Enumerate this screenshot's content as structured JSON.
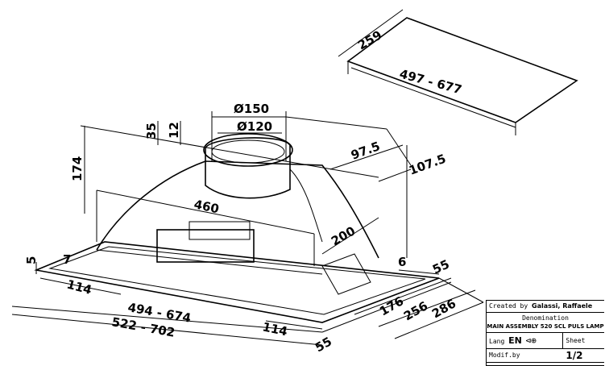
{
  "dimensions": {
    "d259": "259",
    "d497_677": "497 - 677",
    "d150": "Ø150",
    "d120": "Ø120",
    "d35": "35",
    "d12": "12",
    "d174": "174",
    "d97_5": "97.5",
    "d107_5": "107.5",
    "d460": "460",
    "d200": "200",
    "d5": "5",
    "d7": "7",
    "d6": "6",
    "d55_right": "55",
    "d114_left": "114",
    "d494_674": "494 - 674",
    "d522_702": "522 - 702",
    "d114_bottom": "114",
    "d55_bottom": "55",
    "d176": "176",
    "d256": "256",
    "d286": "286"
  },
  "title_block": {
    "created_label": "Created by",
    "created_name": "Galassi, Raffaele",
    "denomination_label": "Denomination",
    "denomination": "MAIN ASSEMBLY 520 SCL PULS LAMP",
    "lang_label": "Lang",
    "lang": "EN",
    "sheet_label": "Sheet",
    "sheet": "1/2",
    "modif_label": "Modif.by"
  }
}
